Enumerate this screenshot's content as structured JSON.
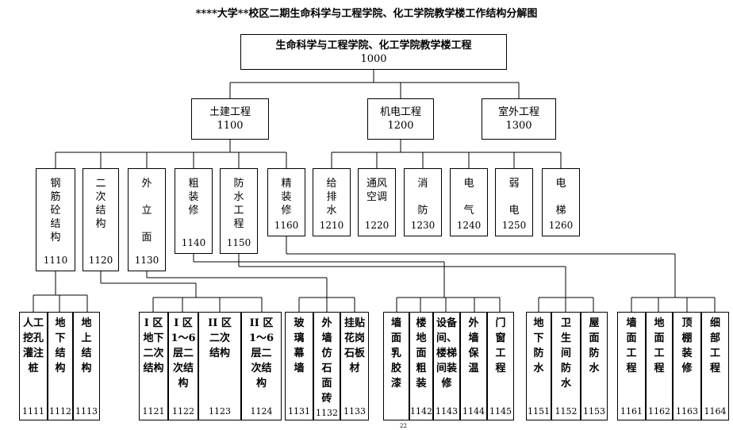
{
  "title": "****大学**校区二期生命科学与工程学院、化工学院教学楼工作结构分解图",
  "root": {
    "label": "生命科学与工程学院、化工学院教学楼工程",
    "code": "1000"
  },
  "level1": [
    {
      "label": "土建工程",
      "code": "1100"
    },
    {
      "label": "机电工程",
      "code": "1200"
    },
    {
      "label": "室外工程",
      "code": "1300"
    }
  ],
  "level2": [
    {
      "label": "钢\n筋\n砼\n结\n构",
      "code": "1110"
    },
    {
      "label": "二\n次\n结\n构",
      "code": "1120"
    },
    {
      "label": "外\n\n立\n\n面",
      "code": "1130"
    },
    {
      "label": "粗\n装\n修",
      "code": "1140"
    },
    {
      "label": "防\n水\n工\n程",
      "code": "1150"
    },
    {
      "label": "精\n装\n修",
      "code": "1160"
    },
    {
      "label": "给\n排\n水",
      "code": "1210"
    },
    {
      "label": "通风\n空调",
      "code": "1220"
    },
    {
      "label": "消\n\n防",
      "code": "1230"
    },
    {
      "label": "电\n\n气",
      "code": "1240"
    },
    {
      "label": "弱\n\n电",
      "code": "1250"
    },
    {
      "label": "电\n\n梯",
      "code": "1260"
    }
  ],
  "level3": [
    {
      "label": "人工\n挖孔\n灌注\n桩",
      "code": "1111"
    },
    {
      "label": "地\n下\n结\n构",
      "code": "1112"
    },
    {
      "label": "地\n上\n结\n构",
      "code": "1113"
    },
    {
      "label": "I 区\n地下\n二次\n结构",
      "code": "1121"
    },
    {
      "label": "I 区\n1～6\n层二\n次结\n构",
      "code": "1122"
    },
    {
      "label": "II 区\n二次\n结构",
      "code": "1123"
    },
    {
      "label": "II 区\n1～6\n层二\n次结\n构",
      "code": "1124"
    },
    {
      "label": "玻\n璃\n幕\n墙",
      "code": "1131"
    },
    {
      "label": "外\n墙\n仿\n石\n面\n砖",
      "code": "1132"
    },
    {
      "label": "挂贴\n花岗\n石板\n材",
      "code": "1133"
    },
    {
      "label": "墙\n面\n乳\n胶\n漆",
      "code": ""
    },
    {
      "label": "楼\n地\n面\n粗\n装",
      "code": "1142"
    },
    {
      "label": "设备\n间、\n楼梯\n间装\n修",
      "code": "1143"
    },
    {
      "label": "外\n墙\n保\n温",
      "code": "1144"
    },
    {
      "label": "门\n窗\n工\n程",
      "code": "1145"
    },
    {
      "label": "地\n下\n防\n水",
      "code": "1151"
    },
    {
      "label": "卫\n生\n间\n防\n水",
      "code": "1152"
    },
    {
      "label": "屋\n面\n防\n水",
      "code": "1153"
    },
    {
      "label": "墙\n面\n工\n程",
      "code": "1161"
    },
    {
      "label": "地\n面\n工\n程",
      "code": "1162"
    },
    {
      "label": "顶\n棚\n装\n修",
      "code": "1163"
    },
    {
      "label": "细\n部\n工\n程",
      "code": "1164"
    }
  ],
  "page_number": "22"
}
